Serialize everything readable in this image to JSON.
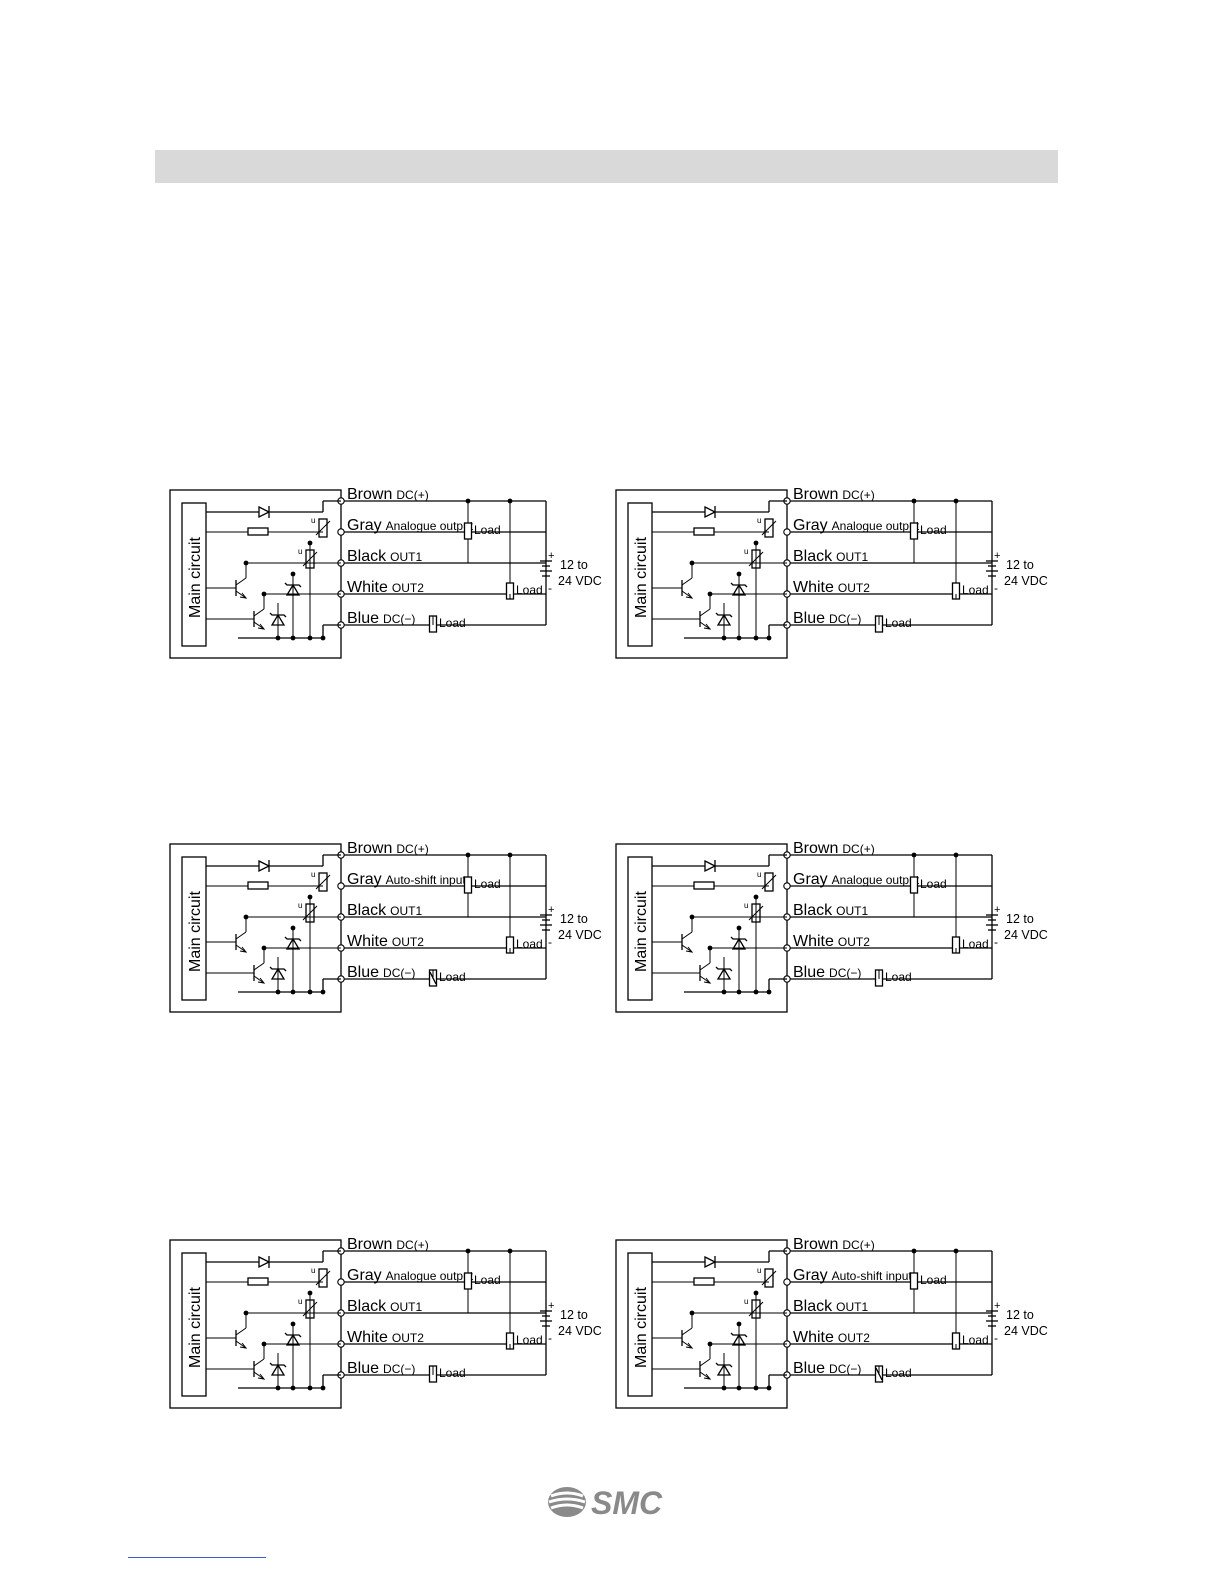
{
  "header": {
    "title": ""
  },
  "diagrams": [
    {
      "main_circuit": "Main circuit",
      "wires": [
        {
          "color": "Brown",
          "func": "DC(+)"
        },
        {
          "color": "Gray",
          "func": "Analogue output"
        },
        {
          "color": "Black",
          "func": "OUT1"
        },
        {
          "color": "White",
          "func": "OUT2"
        },
        {
          "color": "Blue",
          "func": "DC(−)"
        }
      ],
      "load": "Load",
      "supply_line1": "12 to",
      "supply_line2": "24 VDC",
      "plus": "+",
      "minus": "-"
    },
    {
      "main_circuit": "Main circuit",
      "wires": [
        {
          "color": "Brown",
          "func": "DC(+)"
        },
        {
          "color": "Gray",
          "func": "Analogue output"
        },
        {
          "color": "Black",
          "func": "OUT1"
        },
        {
          "color": "White",
          "func": "OUT2"
        },
        {
          "color": "Blue",
          "func": "DC(−)"
        }
      ],
      "load": "Load",
      "supply_line1": "12 to",
      "supply_line2": "24 VDC",
      "plus": "+",
      "minus": "-"
    },
    {
      "main_circuit": "Main circuit",
      "wires": [
        {
          "color": "Brown",
          "func": "DC(+)"
        },
        {
          "color": "Gray",
          "func": "Auto-shift input"
        },
        {
          "color": "Black",
          "func": "OUT1"
        },
        {
          "color": "White",
          "func": "OUT2"
        },
        {
          "color": "Blue",
          "func": "DC(−)"
        }
      ],
      "load": "Load",
      "supply_line1": "12 to",
      "supply_line2": "24 VDC",
      "plus": "+",
      "minus": "-"
    },
    {
      "main_circuit": "Main circuit",
      "wires": [
        {
          "color": "Brown",
          "func": "DC(+)"
        },
        {
          "color": "Gray",
          "func": "Analogue output"
        },
        {
          "color": "Black",
          "func": "OUT1"
        },
        {
          "color": "White",
          "func": "OUT2"
        },
        {
          "color": "Blue",
          "func": "DC(−)"
        }
      ],
      "load": "Load",
      "supply_line1": "12 to",
      "supply_line2": "24 VDC",
      "plus": "+",
      "minus": "-"
    },
    {
      "main_circuit": "Main circuit",
      "wires": [
        {
          "color": "Brown",
          "func": "DC(+)"
        },
        {
          "color": "Gray",
          "func": "Analogue output"
        },
        {
          "color": "Black",
          "func": "OUT1"
        },
        {
          "color": "White",
          "func": "OUT2"
        },
        {
          "color": "Blue",
          "func": "DC(−)"
        }
      ],
      "load": "Load",
      "supply_line1": "12 to",
      "supply_line2": "24 VDC",
      "plus": "+",
      "minus": "-"
    },
    {
      "main_circuit": "Main circuit",
      "wires": [
        {
          "color": "Brown",
          "func": "DC(+)"
        },
        {
          "color": "Gray",
          "func": "Auto-shift input"
        },
        {
          "color": "Black",
          "func": "OUT1"
        },
        {
          "color": "White",
          "func": "OUT2"
        },
        {
          "color": "Blue",
          "func": "DC(−)"
        }
      ],
      "load": "Load",
      "supply_line1": "12 to",
      "supply_line2": "24 VDC",
      "plus": "+",
      "minus": "-"
    }
  ],
  "footer": {
    "logo_text": "SMC"
  }
}
